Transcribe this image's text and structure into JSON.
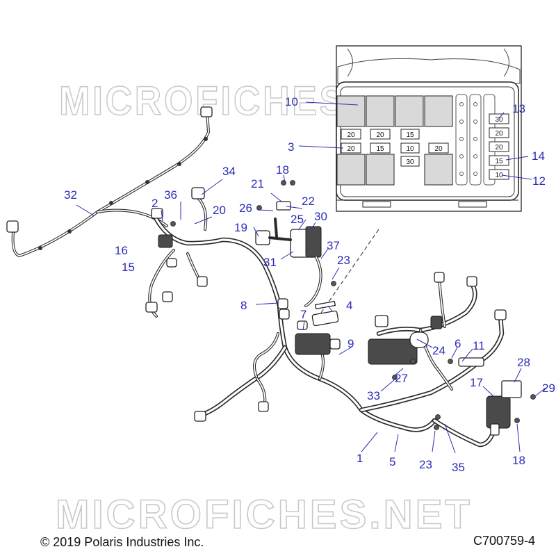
{
  "watermarks": [
    "MICROFICHES.NET",
    "MICROFICHES.NET"
  ],
  "footer": {
    "copyright": "© 2019 Polaris Industries Inc.",
    "figure_code": "C700759-4"
  },
  "fuse_values": [
    "20",
    "20",
    "15",
    "20",
    "15",
    "10",
    "20",
    "30",
    "30",
    "20",
    "20",
    "15",
    "10"
  ],
  "callouts": [
    {
      "id": "c1",
      "label": "1"
    },
    {
      "id": "c2",
      "label": "2"
    },
    {
      "id": "c3",
      "label": "3"
    },
    {
      "id": "c4",
      "label": "4"
    },
    {
      "id": "c5",
      "label": "5"
    },
    {
      "id": "c6",
      "label": "6"
    },
    {
      "id": "c7",
      "label": "7"
    },
    {
      "id": "c8",
      "label": "8"
    },
    {
      "id": "c9",
      "label": "9"
    },
    {
      "id": "c10",
      "label": "10"
    },
    {
      "id": "c11",
      "label": "11"
    },
    {
      "id": "c12",
      "label": "12"
    },
    {
      "id": "c13",
      "label": "13"
    },
    {
      "id": "c14",
      "label": "14"
    },
    {
      "id": "c15",
      "label": "15"
    },
    {
      "id": "c16",
      "label": "16"
    },
    {
      "id": "c17",
      "label": "17"
    },
    {
      "id": "c18a",
      "label": "18"
    },
    {
      "id": "c18b",
      "label": "18"
    },
    {
      "id": "c19",
      "label": "19"
    },
    {
      "id": "c20",
      "label": "20"
    },
    {
      "id": "c21",
      "label": "21"
    },
    {
      "id": "c22",
      "label": "22"
    },
    {
      "id": "c23a",
      "label": "23"
    },
    {
      "id": "c23b",
      "label": "23"
    },
    {
      "id": "c24",
      "label": "24"
    },
    {
      "id": "c25",
      "label": "25"
    },
    {
      "id": "c26",
      "label": "26"
    },
    {
      "id": "c27",
      "label": "27"
    },
    {
      "id": "c28",
      "label": "28"
    },
    {
      "id": "c29",
      "label": "29"
    },
    {
      "id": "c30",
      "label": "30"
    },
    {
      "id": "c31",
      "label": "31"
    },
    {
      "id": "c32",
      "label": "32"
    },
    {
      "id": "c33",
      "label": "33"
    },
    {
      "id": "c34",
      "label": "34"
    },
    {
      "id": "c35",
      "label": "35"
    },
    {
      "id": "c36",
      "label": "36"
    },
    {
      "id": "c37",
      "label": "37"
    }
  ]
}
